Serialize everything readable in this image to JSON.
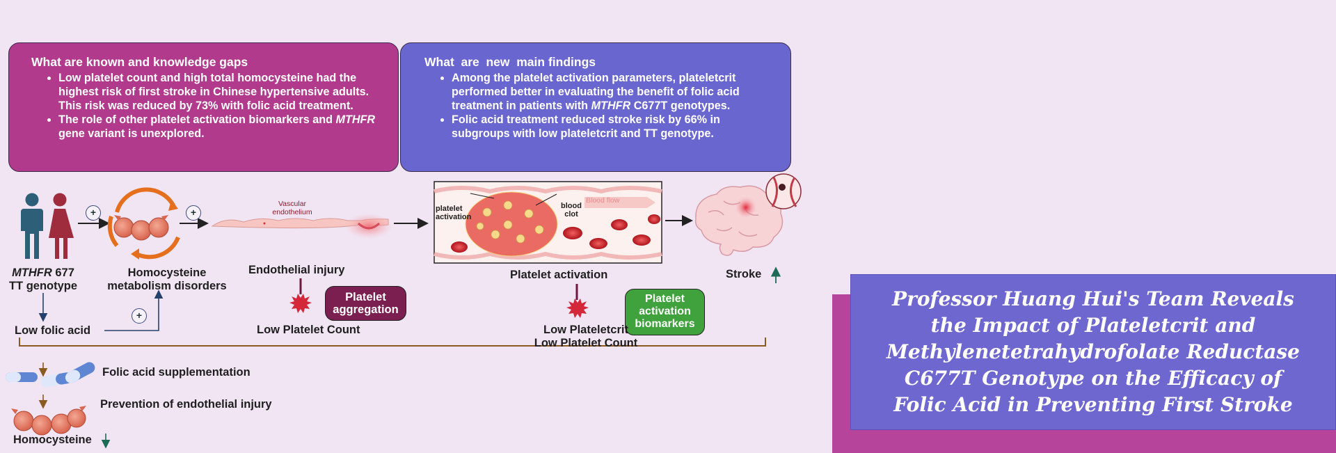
{
  "known_box": {
    "heading": "What are known and knowledge gaps",
    "bullet1": "Low platelet count and high total homocysteine had the highest risk of first stroke in Chinese hypertensive adults. This risk was reduced by 73% with folic acid treatment.",
    "bullet2_italic": "MTHFR",
    "bullet2_prefix": "The role of other platelet activation biomarkers and ",
    "bullet2_suffix": " gene variant is unexplored."
  },
  "new_box": {
    "heading": "What  are  new  main findings",
    "bullet1_prefix": "Among the platelet activation parameters, plateletcrit performed better in evaluating the benefit of folic acid treatment in patients with ",
    "bullet1_italic": "MTHFR",
    "bullet1_suffix": " C677T genotypes.",
    "bullet2": "Folic acid treatment reduced stroke risk by 66% in subgroups with low plateletcrit and TT genotype."
  },
  "diagram": {
    "genotype_italic": "MTHFR",
    "genotype_suffix": " 677",
    "genotype_line2": "TT genotype",
    "homocysteine_line1": "Homocysteine",
    "homocysteine_line2": "metabolism disorders",
    "vascular_line1": "Vascular",
    "vascular_line2": "endothelium",
    "endothelial_injury": "Endothelial injury",
    "platelet_activation_caption": "Platelet activation",
    "platelet_label_line1": "platelet",
    "platelet_label_line2": "activation",
    "blood_clot_line1": "blood",
    "blood_clot_line2": "clot",
    "blood_flow": "Blood flow",
    "stroke": "Stroke",
    "low_folic_acid": "Low folic acid",
    "platelet_aggregation_line1": "Platelet",
    "platelet_aggregation_line2": "aggregation",
    "low_platelet_count": "Low Platelet Count",
    "biomarkers_line1": "Platelet",
    "biomarkers_line2": "activation",
    "biomarkers_line3": "biomarkers",
    "low_plateletcrit": "Low Plateletcrit",
    "low_platelet_count_2": "Low Platelet Count",
    "plus": "+",
    "folic_supplementation": "Folic acid supplementation",
    "prevention": "Prevention of endothelial injury",
    "homocysteine_down": "Homocysteine"
  },
  "title_panel": {
    "line1": "Professor Huang Hui's Team Reveals",
    "line2": "the Impact of Plateletcrit and",
    "line3": "Methylenetetrahydrofolate Reductase",
    "line4": "C677T Genotype on the Efficacy of",
    "line5": "Folic Acid in Preventing First Stroke"
  },
  "colors": {
    "known_box": "#b13a8d",
    "new_box": "#6a66cf",
    "aggregation_pill": "#7a1f4f",
    "biomarkers_pill": "#3fa23c",
    "title_front": "#6f67d0",
    "title_back": "#b5449a"
  }
}
